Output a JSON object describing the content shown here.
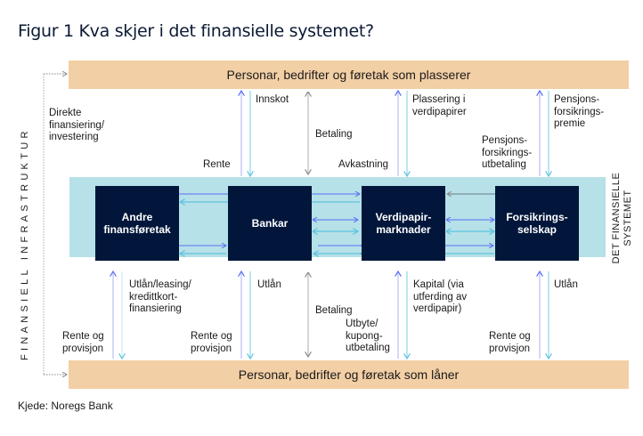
{
  "title": "Figur 1 Kva skjer i det finansielle systemet?",
  "bands": {
    "top": "Personar, bedrifter og føretak som plasserer",
    "bottom": "Personar, bedrifter og føretak som låner"
  },
  "institutions": [
    {
      "name": "Andre\nfinansføretak"
    },
    {
      "name": "Bankar"
    },
    {
      "name": "Verdipapir-\nmarknader"
    },
    {
      "name": "Forsikrings-\nselskap"
    }
  ],
  "side_labels": {
    "left": "FINANSIELL INFRASTRUKTUR",
    "right_line1": "DET FINANSIELLE",
    "right_line2": "SYSTEMET"
  },
  "upper_flows": {
    "direct": "Direkte\nfinansiering/\ninvestering",
    "rente": "Rente",
    "innskot": "Innskot",
    "betaling": "Betaling",
    "avkastning": "Avkastning",
    "plassering": "Plassering i\nverdipapirer",
    "pensjon_utbetaling": "Pensjons-\nforsikrings-\nutbetaling",
    "pensjon_premie": "Pensjons-\nforsikrings-\npremie"
  },
  "lower_flows": {
    "rente_provisjon_1": "Rente og\nprovisjon",
    "utlan_leasing": "Utlån/leasing/\nkredittkort-\nfinansiering",
    "rente_provisjon_2": "Rente og\nprovisjon",
    "utlan_1": "Utlån",
    "betaling": "Betaling",
    "utbyte": "Utbyte/\nkupong-\nutbetaling",
    "kapital": "Kapital (via\nutferding av\nverdipapir)",
    "rente_provisjon_3": "Rente og\nprovisjon",
    "utlan_2": "Utlån"
  },
  "source": "Kjede: Noregs Bank",
  "colors": {
    "band": "#f3cfa5",
    "system": "#b6e1e8",
    "institution": "#01163a",
    "arrow_blue": "#5b6ef5",
    "arrow_cyan": "#5cc3df",
    "arrow_grey": "#9a9a9a"
  }
}
